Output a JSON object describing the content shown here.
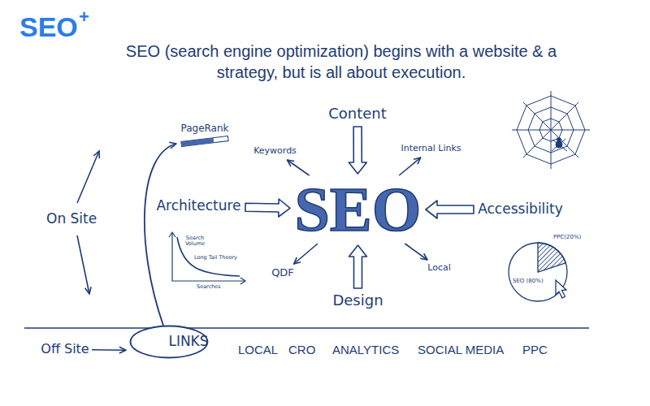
{
  "diagram": {
    "title": "SEO (search engine optimization) begins with a website & a strategy, but is all about execution.",
    "nodes": [
      {
        "text": [
          "PageRank"
        ]
      },
      {
        "text": [
          "Keywords"
        ]
      },
      {
        "text": [
          "Content"
        ]
      },
      {
        "text": [
          "Internal Links"
        ]
      },
      {
        "text": [
          "Architecture"
        ]
      },
      {
        "text": [
          "SEO"
        ]
      },
      {
        "text": [
          "Accessibility"
        ]
      },
      {
        "text": [
          "QDF"
        ]
      },
      {
        "text": [
          "Local"
        ]
      },
      {
        "text": [
          "Design"
        ]
      },
      {
        "text": [
          "Off Site"
        ]
      },
      {
        "text": [
          "LINKS"
        ]
      }
    ],
    "edges": [
      {
        "from": 2,
        "to": 5,
        "arrow": "to"
      },
      {
        "from": 4,
        "to": 5,
        "arrow": "to"
      },
      {
        "from": 6,
        "to": 5,
        "arrow": "to"
      },
      {
        "from": 9,
        "to": 5,
        "arrow": "to"
      },
      {
        "from": 5,
        "to": 1,
        "arrow": "to"
      },
      {
        "from": 5,
        "to": 3,
        "arrow": "to"
      },
      {
        "from": 5,
        "to": 7,
        "arrow": "to"
      },
      {
        "from": 5,
        "to": 8,
        "arrow": "to"
      },
      {
        "from": 10,
        "to": 11,
        "arrow": "to"
      },
      {
        "from": 11,
        "to": 0,
        "arrow": "to"
      }
    ],
    "labels": [
      "SEO",
      "+",
      "On Site",
      "Search Volume",
      "Long Tail Theory",
      "Searches",
      "PPC(20%)",
      "SEO (80%)",
      "LOCAL",
      "CRO",
      "ANALYTICS",
      "SOCIAL MEDIA",
      "PPC"
    ]
  }
}
